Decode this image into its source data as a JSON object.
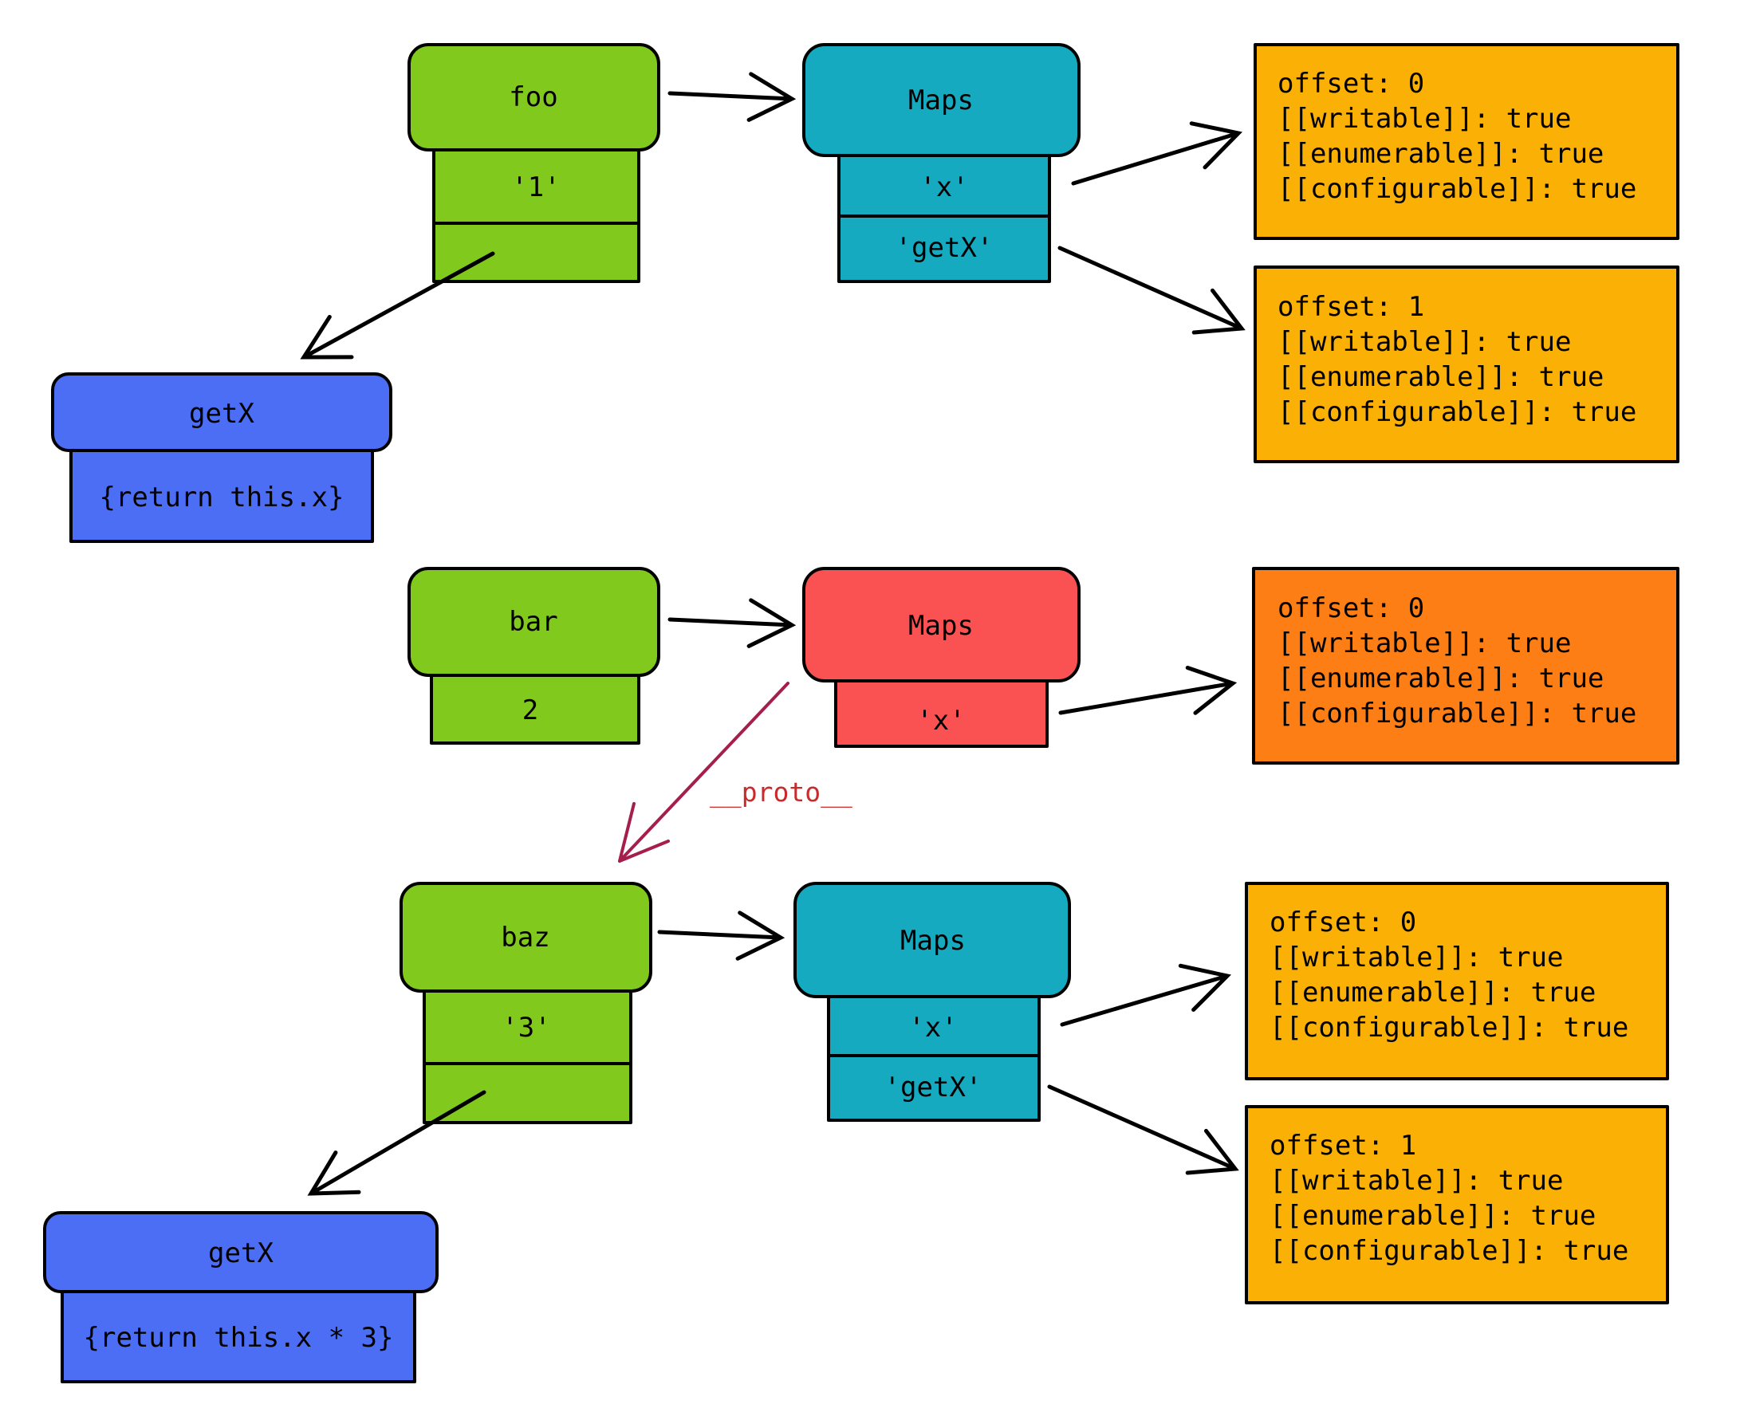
{
  "colors": {
    "object": "#82c91e",
    "map": "#15aabf",
    "map_alt": "#fa5252",
    "descriptor": "#fab005",
    "descriptor_alt": "#fd7e14",
    "function": "#4c6ef5",
    "proto_arrow": "#a61e4d",
    "proto_label": "#c92a2a"
  },
  "foo": {
    "name": "foo",
    "slots": [
      "'1'",
      ""
    ]
  },
  "maps1": {
    "name": "Maps",
    "keys": [
      "'x'",
      "'getX'"
    ]
  },
  "desc1": {
    "lines": [
      "offset: 0",
      "[[writable]]: true",
      "[[enumerable]]: true",
      "[[configurable]]: true"
    ]
  },
  "desc2": {
    "lines": [
      "offset: 1",
      "[[writable]]: true",
      "[[enumerable]]: true",
      "[[configurable]]: true"
    ]
  },
  "getx1": {
    "name": "getX",
    "body": "{return this.x}"
  },
  "bar": {
    "name": "bar",
    "slots": [
      "2"
    ]
  },
  "maps2": {
    "name": "Maps",
    "keys": [
      "'x'"
    ]
  },
  "desc3": {
    "lines": [
      "offset: 0",
      "[[writable]]: true",
      "[[enumerable]]: true",
      "[[configurable]]: true"
    ]
  },
  "proto_label": "__proto__",
  "baz": {
    "name": "baz",
    "slots": [
      "'3'",
      ""
    ]
  },
  "maps3": {
    "name": "Maps",
    "keys": [
      "'x'",
      "'getX'"
    ]
  },
  "desc4": {
    "lines": [
      "offset: 0",
      "[[writable]]: true",
      "[[enumerable]]: true",
      "[[configurable]]: true"
    ]
  },
  "desc5": {
    "lines": [
      "offset: 1",
      "[[writable]]: true",
      "[[enumerable]]: true",
      "[[configurable]]: true"
    ]
  },
  "getx2": {
    "name": "getX",
    "body": "{return this.x * 3}"
  }
}
